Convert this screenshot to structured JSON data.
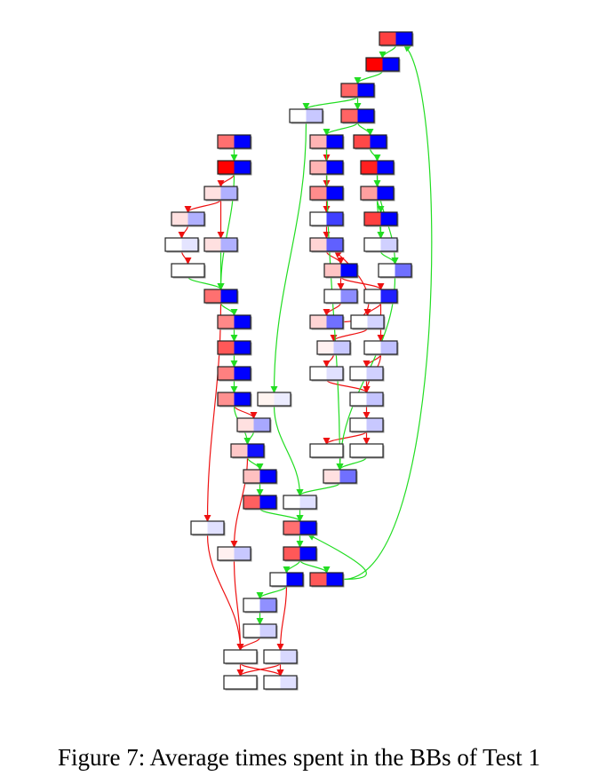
{
  "figure": {
    "caption": "Figure 7: Average times spent in the BBs of Test 1",
    "edge_colors": {
      "fallthrough": "#22dd22",
      "branch": "#ee1111"
    }
  },
  "nodes": [
    {
      "id": "n1",
      "left": "#ff4040",
      "right": "#0000ff"
    },
    {
      "id": "n2",
      "left": "#ff0000",
      "right": "#0000ff"
    },
    {
      "id": "n3",
      "left": "#ff6464",
      "right": "#0000ff"
    },
    {
      "id": "n4",
      "left": "#ffffff",
      "right": "#c8c8ff"
    },
    {
      "id": "n5",
      "left": "#ff6464",
      "right": "#0000ff"
    },
    {
      "id": "n6",
      "left": "#ffb4b4",
      "right": "#0000ff"
    },
    {
      "id": "n7",
      "left": "#ff4848",
      "right": "#0000ff"
    },
    {
      "id": "n8",
      "left": "#ffb4b4",
      "right": "#0000ff"
    },
    {
      "id": "n9",
      "left": "#ff2020",
      "right": "#0000ff"
    },
    {
      "id": "n10",
      "left": "#ff8c8c",
      "right": "#0000ff"
    },
    {
      "id": "n11",
      "left": "#ffa0a0",
      "right": "#0000ff"
    },
    {
      "id": "n12",
      "left": "#ffffff",
      "right": "#4040ff"
    },
    {
      "id": "n13",
      "left": "#ff4040",
      "right": "#0000ff"
    },
    {
      "id": "n14",
      "left": "#ffd4d4",
      "right": "#6060ff"
    },
    {
      "id": "n15",
      "left": "#ffffff",
      "right": "#d0d0ff"
    },
    {
      "id": "n16",
      "left": "#ffc4c4",
      "right": "#0000ff"
    },
    {
      "id": "n17",
      "left": "#ffffff",
      "right": "#7070ff"
    },
    {
      "id": "n18",
      "left": "#ffffff",
      "right": "#8c8cff"
    },
    {
      "id": "n19",
      "left": "#ffffff",
      "right": "#2020ff"
    },
    {
      "id": "n20",
      "left": "#ffd4d4",
      "right": "#7070ff"
    },
    {
      "id": "n21",
      "left": "#ffffff",
      "right": "#d4d4ff"
    },
    {
      "id": "n22",
      "left": "#fff0f0",
      "right": "#c8c8ff"
    },
    {
      "id": "n23",
      "left": "#ffffff",
      "right": "#c0c0ff"
    },
    {
      "id": "n24",
      "left": "#ffffff",
      "right": "#e0e0ff"
    },
    {
      "id": "n25",
      "left": "#ffffff",
      "right": "#d0d0ff"
    },
    {
      "id": "n26",
      "left": "#ffffff",
      "right": "#c4c4ff"
    },
    {
      "id": "n27",
      "left": "#ffffff",
      "right": "#c8c8ff"
    },
    {
      "id": "n28",
      "left": "#ffffff",
      "right": "#ffffff"
    },
    {
      "id": "n29",
      "left": "#ffffff",
      "right": "#ffffff"
    },
    {
      "id": "n30",
      "left": "#ffe0e0",
      "right": "#7070ff"
    },
    {
      "id": "n31",
      "left": "#ff7070",
      "right": "#0000ff"
    },
    {
      "id": "n32",
      "left": "#ff0000",
      "right": "#0000ff"
    },
    {
      "id": "n33",
      "left": "#ffe0e0",
      "right": "#b0b0ff"
    },
    {
      "id": "n34",
      "left": "#ffe0e0",
      "right": "#b0b0ff"
    },
    {
      "id": "n35",
      "left": "#ffffff",
      "right": "#e4e4ff"
    },
    {
      "id": "n36",
      "left": "#ffe0e0",
      "right": "#b0b0ff"
    },
    {
      "id": "n37",
      "left": "#ffffff",
      "right": "#ffffff"
    },
    {
      "id": "n38",
      "left": "#ff7070",
      "right": "#0000ff"
    },
    {
      "id": "n39",
      "left": "#ff8888",
      "right": "#0000ff"
    },
    {
      "id": "n40",
      "left": "#ff5858",
      "right": "#0000ff"
    },
    {
      "id": "n41",
      "left": "#ff8080",
      "right": "#0000ff"
    },
    {
      "id": "n42",
      "left": "#ff9090",
      "right": "#0000ff"
    },
    {
      "id": "n43",
      "left": "#fff4f0",
      "right": "#ececff"
    },
    {
      "id": "n44",
      "left": "#ffe0e0",
      "right": "#a8a8ff"
    },
    {
      "id": "n45",
      "left": "#ffc0c0",
      "right": "#0000ff"
    },
    {
      "id": "n46",
      "left": "#ffc8c8",
      "right": "#1010ff"
    },
    {
      "id": "n47",
      "left": "#ff6060",
      "right": "#0000ff"
    },
    {
      "id": "n48",
      "left": "#ffffff",
      "right": "#e0e0ff"
    },
    {
      "id": "n49",
      "left": "#ffffff",
      "right": "#e0e0ff"
    },
    {
      "id": "n50",
      "left": "#fff0f0",
      "right": "#c8c8ff"
    },
    {
      "id": "n51",
      "left": "#ff7070",
      "right": "#0000ff"
    },
    {
      "id": "n52",
      "left": "#ff5858",
      "right": "#0000ff"
    },
    {
      "id": "n53",
      "left": "#ffffff",
      "right": "#0000ff"
    },
    {
      "id": "n54",
      "left": "#ff5858",
      "right": "#0000ff"
    },
    {
      "id": "n55",
      "left": "#ffffff",
      "right": "#9090ff"
    },
    {
      "id": "n56",
      "left": "#ffffff",
      "right": "#d0d0ff"
    },
    {
      "id": "n57",
      "left": "#ffffff",
      "right": "#ffffff"
    },
    {
      "id": "n58",
      "left": "#ffffff",
      "right": "#d8d8ff"
    },
    {
      "id": "n59",
      "left": "#ffffff",
      "right": "#ffffff"
    },
    {
      "id": "n60",
      "left": "#ffffff",
      "right": "#e0e0ff"
    }
  ],
  "edges": [
    {
      "from": "n1",
      "to": "n2",
      "type": "fallthrough"
    },
    {
      "from": "n2",
      "to": "n3",
      "type": "fallthrough"
    },
    {
      "from": "n3",
      "to": "n4",
      "type": "fallthrough"
    },
    {
      "from": "n3",
      "to": "n5",
      "type": "fallthrough"
    },
    {
      "from": "n5",
      "to": "n6",
      "type": "fallthrough"
    },
    {
      "from": "n5",
      "to": "n7",
      "type": "fallthrough"
    },
    {
      "from": "n6",
      "to": "n8",
      "type": "branch"
    },
    {
      "from": "n8",
      "to": "n10",
      "type": "branch"
    },
    {
      "from": "n10",
      "to": "n12",
      "type": "branch"
    },
    {
      "from": "n12",
      "to": "n14",
      "type": "branch"
    },
    {
      "from": "n14",
      "to": "n16",
      "type": "branch"
    },
    {
      "from": "n16",
      "to": "n18",
      "type": "branch"
    },
    {
      "from": "n16",
      "to": "n19",
      "type": "branch"
    },
    {
      "from": "n18",
      "to": "n20",
      "type": "branch"
    },
    {
      "from": "n20",
      "to": "n14",
      "type": "branch"
    },
    {
      "from": "n19",
      "to": "n21",
      "type": "branch"
    },
    {
      "from": "n19",
      "to": "n23",
      "type": "branch"
    },
    {
      "from": "n21",
      "to": "n22",
      "type": "branch"
    },
    {
      "from": "n22",
      "to": "n24",
      "type": "branch"
    },
    {
      "from": "n23",
      "to": "n25",
      "type": "branch"
    },
    {
      "from": "n23",
      "to": "n26",
      "type": "branch"
    },
    {
      "from": "n24",
      "to": "n26",
      "type": "branch"
    },
    {
      "from": "n25",
      "to": "n26",
      "type": "branch"
    },
    {
      "from": "n26",
      "to": "n27",
      "type": "branch"
    },
    {
      "from": "n27",
      "to": "n28",
      "type": "branch"
    },
    {
      "from": "n27",
      "to": "n29",
      "type": "branch"
    },
    {
      "from": "n29",
      "to": "n30",
      "type": "fallthrough"
    },
    {
      "from": "n6",
      "to": "n30",
      "type": "fallthrough"
    },
    {
      "from": "n7",
      "to": "n9",
      "type": "fallthrough"
    },
    {
      "from": "n9",
      "to": "n11",
      "type": "fallthrough"
    },
    {
      "from": "n9",
      "to": "n17",
      "type": "fallthrough"
    },
    {
      "from": "n11",
      "to": "n13",
      "type": "fallthrough"
    },
    {
      "from": "n11",
      "to": "n15",
      "type": "fallthrough"
    },
    {
      "from": "n13",
      "to": "n15",
      "type": "fallthrough"
    },
    {
      "from": "n15",
      "to": "n17",
      "type": "fallthrough"
    },
    {
      "from": "n17",
      "to": "n30",
      "type": "fallthrough"
    },
    {
      "from": "n31",
      "to": "n32",
      "type": "fallthrough"
    },
    {
      "from": "n32",
      "to": "n33",
      "type": "branch"
    },
    {
      "from": "n32",
      "to": "n38",
      "type": "fallthrough"
    },
    {
      "from": "n33",
      "to": "n34",
      "type": "branch"
    },
    {
      "from": "n33",
      "to": "n36",
      "type": "branch"
    },
    {
      "from": "n34",
      "to": "n35",
      "type": "branch"
    },
    {
      "from": "n35",
      "to": "n37",
      "type": "branch"
    },
    {
      "from": "n37",
      "to": "n38",
      "type": "fallthrough"
    },
    {
      "from": "n36",
      "to": "n38",
      "type": "fallthrough"
    },
    {
      "from": "n38",
      "to": "n39",
      "type": "fallthrough"
    },
    {
      "from": "n38",
      "to": "n48",
      "type": "branch"
    },
    {
      "from": "n39",
      "to": "n40",
      "type": "fallthrough"
    },
    {
      "from": "n40",
      "to": "n41",
      "type": "fallthrough"
    },
    {
      "from": "n41",
      "to": "n42",
      "type": "fallthrough"
    },
    {
      "from": "n42",
      "to": "n44",
      "type": "branch"
    },
    {
      "from": "n42",
      "to": "n46",
      "type": "fallthrough"
    },
    {
      "from": "n44",
      "to": "n46",
      "type": "fallthrough"
    },
    {
      "from": "n46",
      "to": "n45",
      "type": "fallthrough"
    },
    {
      "from": "n46",
      "to": "n50",
      "type": "branch"
    },
    {
      "from": "n45",
      "to": "n47",
      "type": "fallthrough"
    },
    {
      "from": "n4",
      "to": "n43",
      "type": "fallthrough"
    },
    {
      "from": "n43",
      "to": "n49",
      "type": "fallthrough"
    },
    {
      "from": "n47",
      "to": "n51",
      "type": "fallthrough"
    },
    {
      "from": "n49",
      "to": "n51",
      "type": "fallthrough"
    },
    {
      "from": "n30",
      "to": "n49",
      "type": "fallthrough"
    },
    {
      "from": "n51",
      "to": "n52",
      "type": "fallthrough"
    },
    {
      "from": "n52",
      "to": "n53",
      "type": "fallthrough"
    },
    {
      "from": "n52",
      "to": "n54",
      "type": "fallthrough"
    },
    {
      "from": "n54",
      "to": "n51",
      "type": "fallthrough"
    },
    {
      "from": "n54",
      "to": "n1",
      "type": "fallthrough"
    },
    {
      "from": "n53",
      "to": "n55",
      "type": "fallthrough"
    },
    {
      "from": "n53",
      "to": "n58",
      "type": "branch"
    },
    {
      "from": "n55",
      "to": "n56",
      "type": "fallthrough"
    },
    {
      "from": "n56",
      "to": "n57",
      "type": "branch"
    },
    {
      "from": "n48",
      "to": "n57",
      "type": "branch"
    },
    {
      "from": "n50",
      "to": "n57",
      "type": "branch"
    },
    {
      "from": "n57",
      "to": "n59",
      "type": "branch"
    },
    {
      "from": "n57",
      "to": "n60",
      "type": "branch"
    },
    {
      "from": "n58",
      "to": "n59",
      "type": "branch"
    },
    {
      "from": "n58",
      "to": "n60",
      "type": "branch"
    }
  ]
}
